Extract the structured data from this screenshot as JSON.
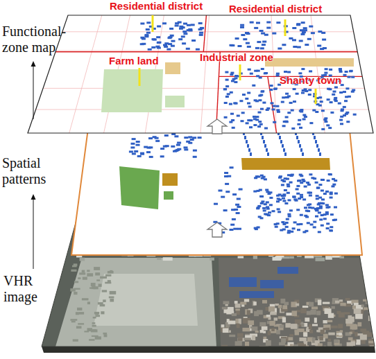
{
  "diagram": {
    "labels": [
      "Functional-zone map",
      "Spatial patterns",
      "VHR image",
      "Residential district",
      "Residential district",
      "Farm land",
      "Industrial zone",
      "Shanty town"
    ]
  }
}
